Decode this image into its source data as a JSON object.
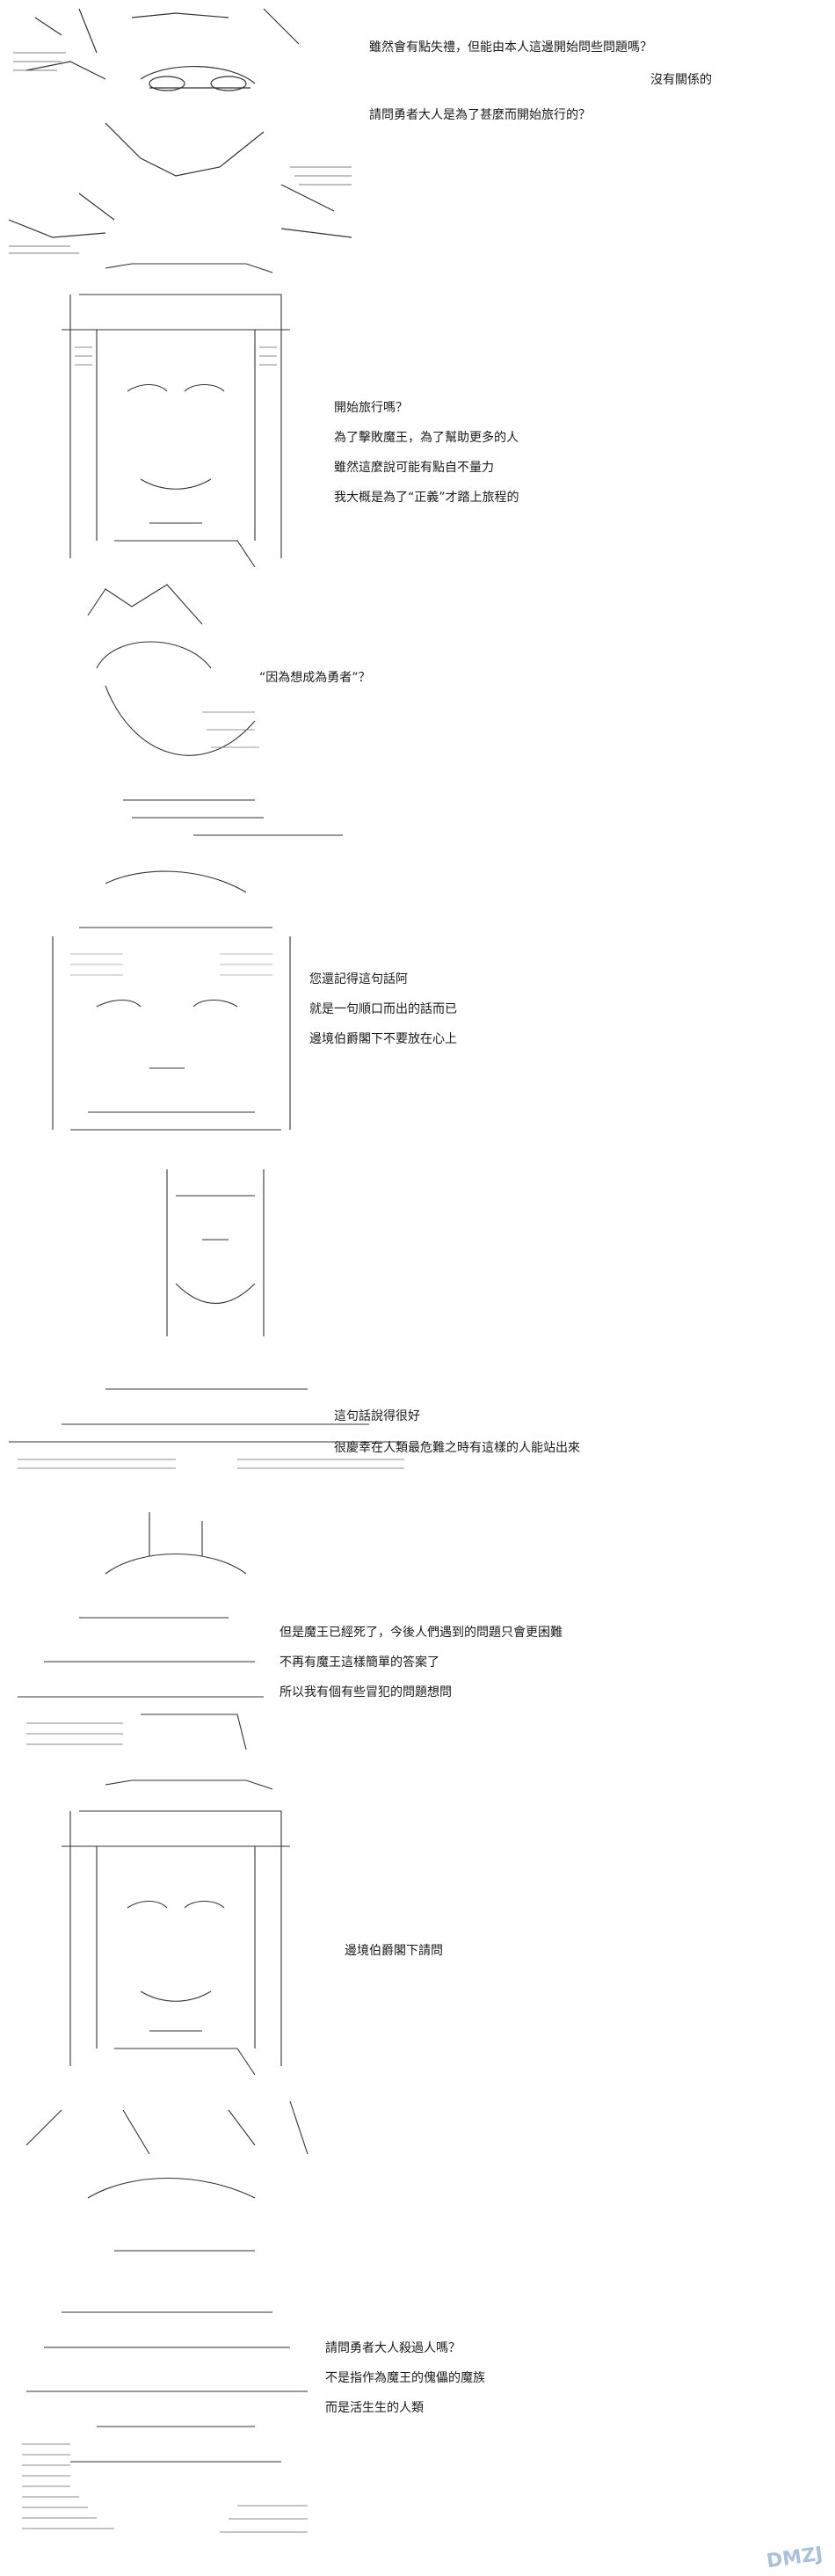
{
  "panels": [
    {
      "lines": [
        "雖然會有點失禮，但能由本人這邊開始問些問題嗎？",
        "沒有關係的",
        "請問勇者大人是為了甚麼而開始旅行的？"
      ]
    },
    {
      "lines": [
        "開始旅行嗎？",
        "為了擊敗魔王，為了幫助更多的人",
        "雖然這麼說可能有點自不量力",
        "我大概是為了“正義”才踏上旅程的"
      ]
    },
    {
      "lines": [
        "“因為想成為勇者”？"
      ]
    },
    {
      "lines": [
        "您還記得這句話阿",
        "就是一句順口而出的話而已",
        "邊境伯爵閣下不要放在心上"
      ]
    },
    {
      "lines": [
        "這句話說得很好",
        "很慶幸在人類最危難之時有這樣的人能站出來"
      ]
    },
    {
      "lines": [
        "但是魔王已經死了，今後人們遇到的問題只會更困難",
        "不再有魔王這樣簡單的答案了",
        "所以我有個有些冒犯的問題想問"
      ]
    },
    {
      "lines": [
        "邊境伯爵閣下請問"
      ]
    },
    {
      "lines": [
        "請問勇者大人殺過人嗎？",
        "不是指作為魔王的傀儡的魔族",
        "而是活生生的人類"
      ]
    }
  ],
  "watermark": "DMZJ"
}
